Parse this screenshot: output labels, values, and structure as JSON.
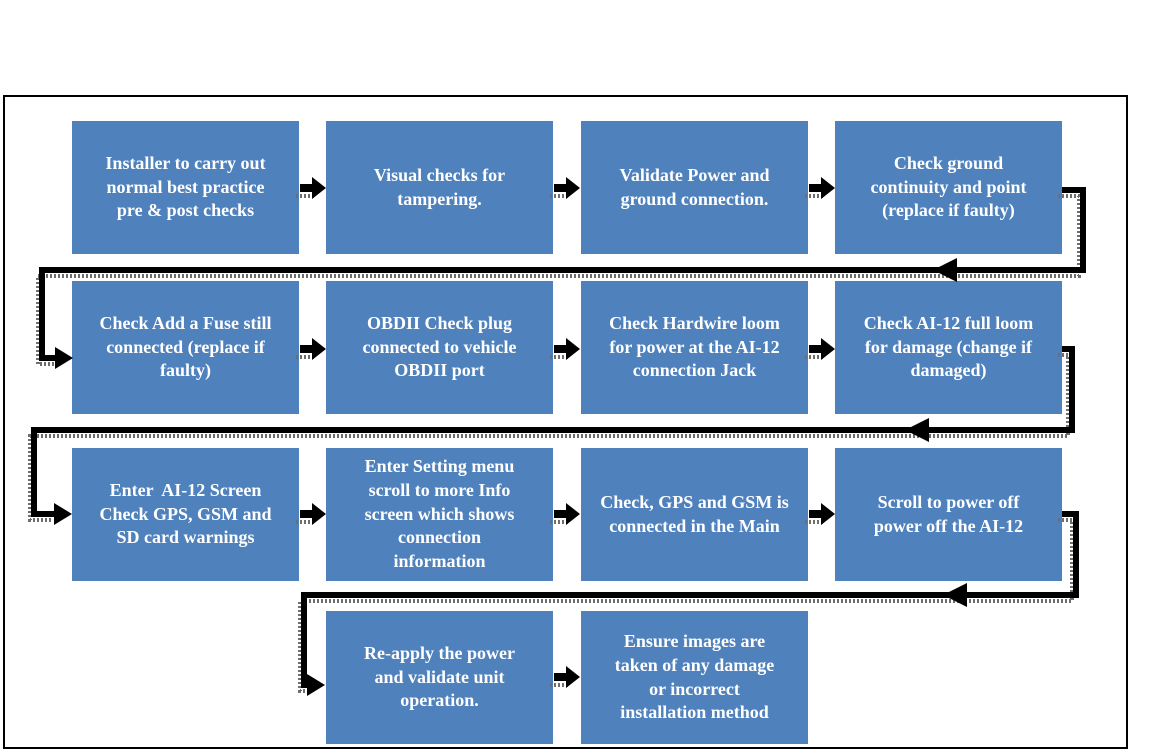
{
  "flowchart": {
    "colors": {
      "box_fill": "#4f81bd",
      "box_text": "#ffffff",
      "connector": "#000000",
      "connector_shadow": "#6e6e6e",
      "frame_border": "#000000",
      "background": "#ffffff"
    },
    "boxes": [
      {
        "id": "step-1",
        "label": "Installer to carry out\nnormal best practice\npre & post checks"
      },
      {
        "id": "step-2",
        "label": "Visual checks for\ntampering."
      },
      {
        "id": "step-3",
        "label": "Validate Power and\nground connection."
      },
      {
        "id": "step-4",
        "label": "Check ground\ncontinuity and point\n(replace if faulty)"
      },
      {
        "id": "step-5",
        "label": "Check Add a Fuse still\nconnected (replace if\nfaulty)"
      },
      {
        "id": "step-6",
        "label": "OBDII Check plug\nconnected to vehicle\nOBDII port"
      },
      {
        "id": "step-7",
        "label": "Check Hardwire loom\nfor power at the AI-12\nconnection Jack"
      },
      {
        "id": "step-8",
        "label": "Check AI-12 full loom\nfor damage (change if\ndamaged)"
      },
      {
        "id": "step-9",
        "label": "Enter  AI-12 Screen\nCheck GPS, GSM and\nSD card warnings"
      },
      {
        "id": "step-10",
        "label": "Enter Setting menu\nscroll to more Info\nscreen which shows\nconnection\ninformation"
      },
      {
        "id": "step-11",
        "label": "Check, GPS and GSM is\nconnected in the Main"
      },
      {
        "id": "step-12",
        "label": "Scroll to power off\npower off the AI-12"
      },
      {
        "id": "step-13",
        "label": "Re-apply the power\nand validate unit\noperation."
      },
      {
        "id": "step-14",
        "label": "Ensure images are\ntaken of any damage\nor incorrect\ninstallation method"
      }
    ],
    "connections": [
      {
        "from": "step-1",
        "to": "step-2"
      },
      {
        "from": "step-2",
        "to": "step-3"
      },
      {
        "from": "step-3",
        "to": "step-4"
      },
      {
        "from": "step-4",
        "to": "step-5"
      },
      {
        "from": "step-5",
        "to": "step-6"
      },
      {
        "from": "step-6",
        "to": "step-7"
      },
      {
        "from": "step-7",
        "to": "step-8"
      },
      {
        "from": "step-8",
        "to": "step-9"
      },
      {
        "from": "step-9",
        "to": "step-10"
      },
      {
        "from": "step-10",
        "to": "step-11"
      },
      {
        "from": "step-11",
        "to": "step-12"
      },
      {
        "from": "step-12",
        "to": "step-13"
      },
      {
        "from": "step-13",
        "to": "step-14"
      }
    ]
  }
}
